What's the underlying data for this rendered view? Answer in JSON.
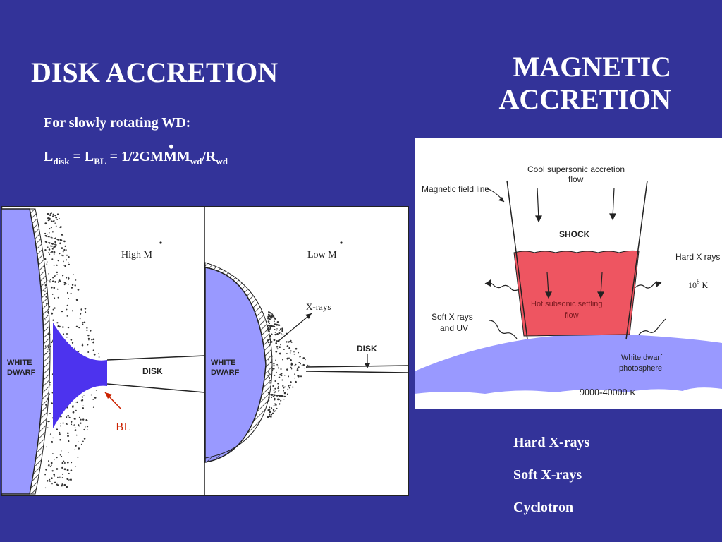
{
  "left": {
    "title": "DISK ACCRETION",
    "line1": "For slowly rotating WD:",
    "formula": {
      "L": "L",
      "sub_disk": "disk",
      "eq1": " = L",
      "sub_bl": "BL",
      "eq2": " = 1/2GM",
      "mdot": "M",
      "m": "M",
      "sub_wd1": "wd",
      "slash": "/R",
      "sub_wd2": "wd"
    },
    "fig": {
      "high_m": "High M",
      "low_m": "Low M",
      "white_dwarf_1": "WHITE",
      "white_dwarf_2": "DWARF",
      "disk": "DISK",
      "xrays": "X-rays",
      "bl": "BL"
    }
  },
  "right": {
    "title_line1": "MAGNETIC",
    "title_line2": "ACCRETION",
    "fig": {
      "cool_flow_1": "Cool supersonic accretion",
      "cool_flow_2": "flow",
      "field_line": "Magnetic field line",
      "shock": "SHOCK",
      "hard_xrays": "Hard X rays",
      "temp_hot": "10",
      "temp_hot_exp": "8",
      "temp_hot_unit": " K",
      "settling_1": "Hot subsonic settling",
      "settling_2": "flow",
      "soft_1": "Soft X rays",
      "soft_2": "and UV",
      "wd_photo_1": "White dwarf",
      "wd_photo_2": "photosphere",
      "temp_cool": "9000-40000 ",
      "temp_cool_unit": "K"
    },
    "bullets": [
      "Hard X-rays",
      "Soft X-rays",
      "Cyclotron"
    ]
  },
  "colors": {
    "background": "#333399",
    "white_dwarf": "#9999ff",
    "boundary_layer": "#4d33ee",
    "hot_column": "#ee5561",
    "bl_label": "#cc2200"
  }
}
